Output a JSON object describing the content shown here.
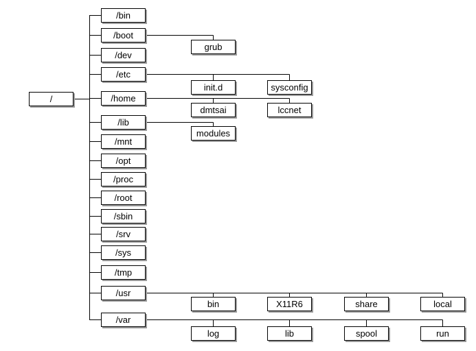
{
  "tree": {
    "root": "/",
    "dirs": [
      {
        "label": "/bin",
        "children": []
      },
      {
        "label": "/boot",
        "children": [
          "grub"
        ]
      },
      {
        "label": "/dev",
        "children": []
      },
      {
        "label": "/etc",
        "children": [
          "init.d",
          "sysconfig"
        ]
      },
      {
        "label": "/home",
        "children": [
          "dmtsai",
          "lccnet"
        ]
      },
      {
        "label": "/lib",
        "children": [
          "modules"
        ]
      },
      {
        "label": "/mnt",
        "children": []
      },
      {
        "label": "/opt",
        "children": []
      },
      {
        "label": "/proc",
        "children": []
      },
      {
        "label": "/root",
        "children": []
      },
      {
        "label": "/sbin",
        "children": []
      },
      {
        "label": "/srv",
        "children": []
      },
      {
        "label": "/sys",
        "children": []
      },
      {
        "label": "/tmp",
        "children": []
      },
      {
        "label": "/usr",
        "children": [
          "bin",
          "X11R6",
          "share",
          "local"
        ]
      },
      {
        "label": "/var",
        "children": [
          "log",
          "lib",
          "spool",
          "run"
        ]
      }
    ]
  }
}
